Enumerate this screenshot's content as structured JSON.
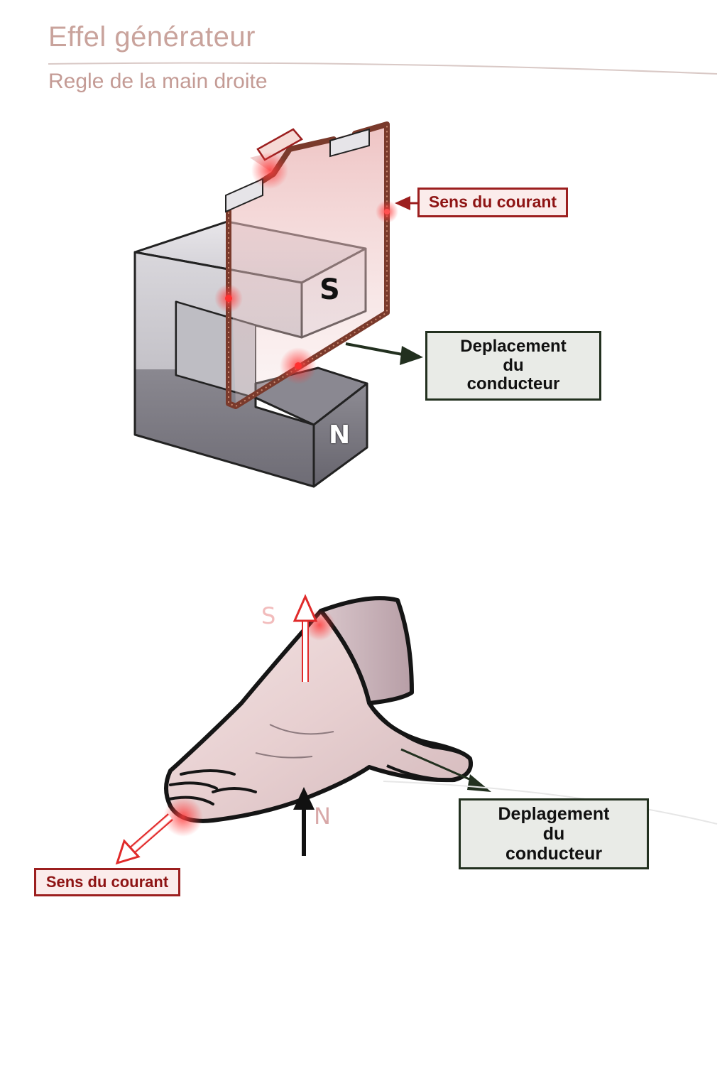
{
  "header": {
    "title": "Effel générateur",
    "subtitle": "Regle de la main droite"
  },
  "top_diagram": {
    "magnet_south_label": "S",
    "magnet_north_label": "N",
    "current_label": "Sens du courant",
    "motion_label": [
      "Deplacement",
      "du",
      "conducteur"
    ]
  },
  "bottom_diagram": {
    "field_south_label": "S",
    "field_north_label": "N",
    "current_label": "Sens du courant",
    "motion_label": [
      "Deplagement",
      "du",
      "conducteur"
    ]
  },
  "colors": {
    "current_red": "#e02a2a",
    "label_red": "#9c1f1f",
    "motion_green": "#22301f",
    "magnet_light": "#d8d6da",
    "magnet_dark": "#75737c",
    "wire_brown": "#7a3a2c"
  }
}
